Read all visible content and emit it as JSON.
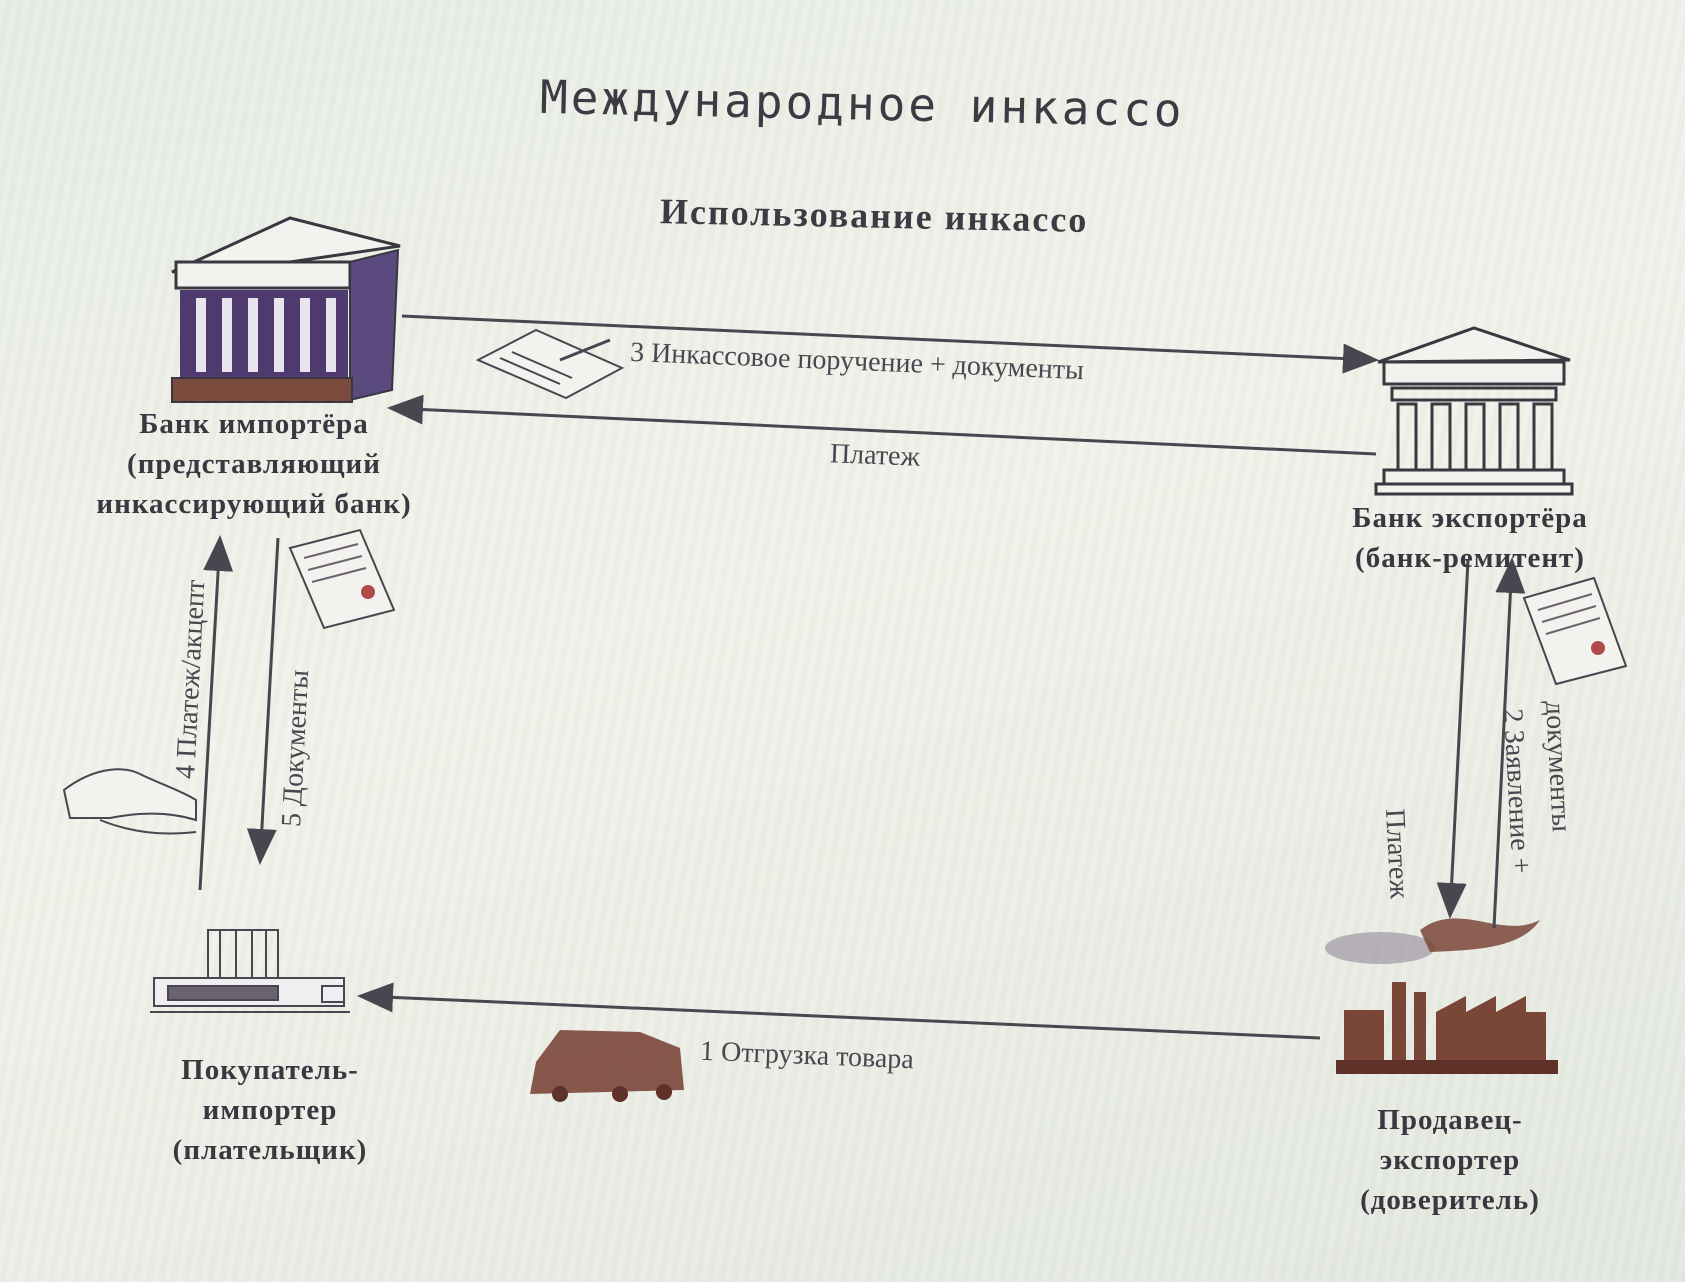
{
  "title": "Международное инкассо",
  "subtitle": "Использование инкассо",
  "nodes": {
    "importer_bank": [
      "Банк импортёра",
      "(представляющий",
      "инкассирующий банк)"
    ],
    "exporter_bank": [
      "Банк экспортёра",
      "(банк-ремитент)"
    ],
    "buyer": [
      "Покупатель-",
      "импортер",
      "(плательщик)"
    ],
    "seller": [
      "Продавец-",
      "экспортер",
      "(доверитель)"
    ]
  },
  "flows": {
    "step3": "3  Инкассовое поручение + документы",
    "payment_top": "Платеж",
    "step4": "4  Платеж/акцепт",
    "step5": "5  Документы",
    "payment_right": "Платеж",
    "step2_line1": "2  Заявление +",
    "step2_line2": "документы",
    "step1": "1  Отгрузка товара"
  },
  "colors": {
    "importer_bank_columns": "#4e3a6e",
    "importer_bank_base": "#7a4a3c",
    "seller_factory": "#7a4638",
    "lines": "#4a4650"
  }
}
